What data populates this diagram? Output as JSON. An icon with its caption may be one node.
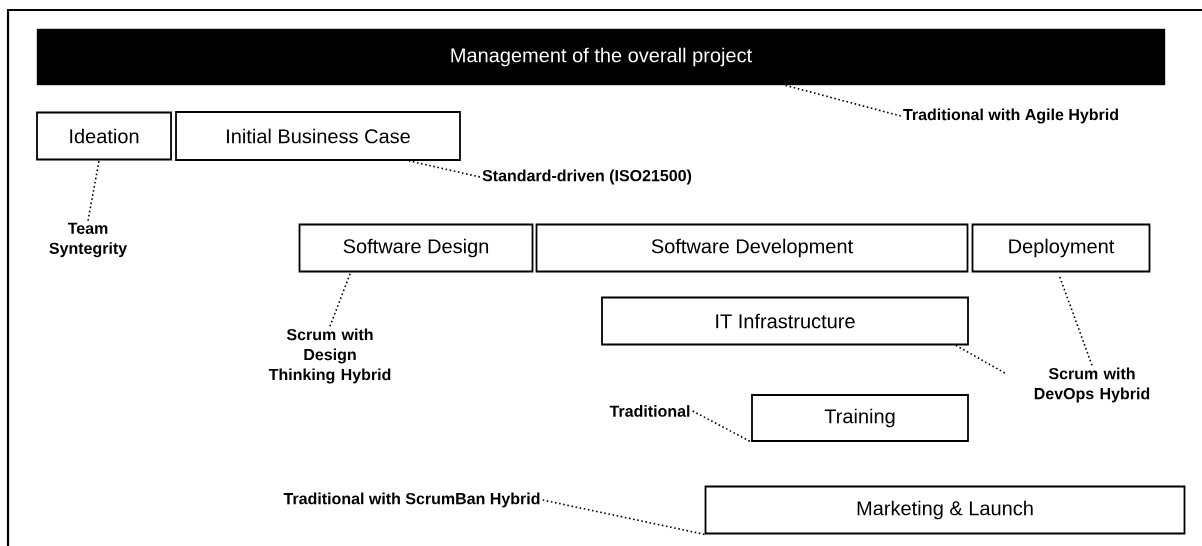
{
  "diagram": {
    "nodes": [
      {
        "text": [
          "Management of the overall project"
        ]
      },
      {
        "text": [
          "Ideation"
        ]
      },
      {
        "text": [
          "Initial Business Case"
        ]
      },
      {
        "text": [
          "Software Design"
        ]
      },
      {
        "text": [
          "Software Development"
        ]
      },
      {
        "text": [
          "Deployment"
        ]
      },
      {
        "text": [
          "IT Infrastructure"
        ]
      },
      {
        "text": [
          "Training"
        ]
      },
      {
        "text": [
          "Marketing & Launch"
        ]
      },
      {
        "text": [
          "Traditional with Agile Hybrid"
        ]
      },
      {
        "text": [
          "Team Syntegrity"
        ]
      },
      {
        "text": [
          "Standard-driven (ISO21500)"
        ]
      },
      {
        "text": [
          "Scrum with Design Thinking Hybrid"
        ]
      },
      {
        "text": [
          "Scrum with DevOps Hybrid"
        ]
      },
      {
        "text": [
          "Traditional"
        ]
      },
      {
        "text": [
          "Traditional with ScrumBan Hybrid"
        ]
      }
    ],
    "edges": [
      {
        "from": 9,
        "to": 0,
        "arrow": "none"
      },
      {
        "from": 10,
        "to": 1,
        "arrow": "none"
      },
      {
        "from": 11,
        "to": 2,
        "arrow": "none"
      },
      {
        "from": 12,
        "to": 3,
        "arrow": "none"
      },
      {
        "from": 13,
        "to": 5,
        "arrow": "none"
      },
      {
        "from": 13,
        "to": 6,
        "arrow": "none"
      },
      {
        "from": 14,
        "to": 7,
        "arrow": "none"
      },
      {
        "from": 15,
        "to": 8,
        "arrow": "none"
      }
    ]
  }
}
